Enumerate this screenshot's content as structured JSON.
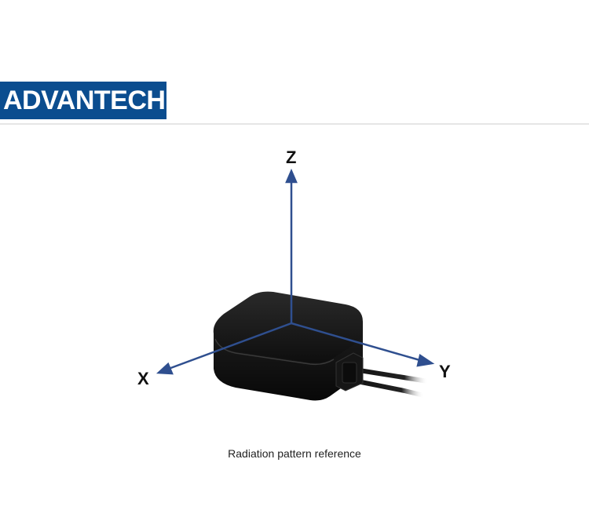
{
  "header": {
    "logo_text": "ADVANTECH",
    "brand_color": "#0b4d8f"
  },
  "diagram": {
    "axes": {
      "z": {
        "label": "Z"
      },
      "x": {
        "label": "X"
      },
      "y": {
        "label": "Y"
      }
    },
    "axis_color": "#2f4f8f",
    "device": "antenna-puck"
  },
  "caption": "Radiation pattern reference"
}
